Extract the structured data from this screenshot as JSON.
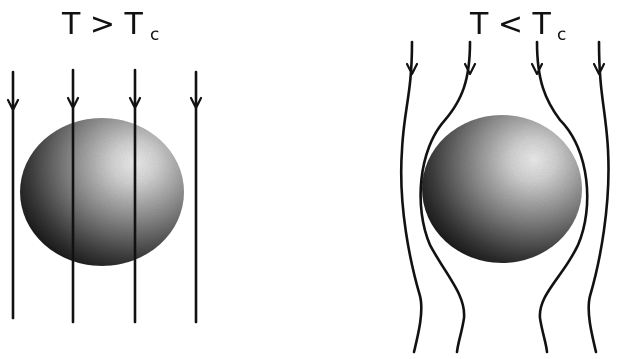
{
  "panels": [
    {
      "id": "normal",
      "label_main": "T > T",
      "label_sub": "c"
    },
    {
      "id": "superconducting",
      "label_main": "T < T",
      "label_sub": "c"
    }
  ],
  "colors": {
    "line": "#111111",
    "sphere_highlight": "#f4f4f4",
    "sphere_mid": "#8a8a8a",
    "sphere_shadow": "#1a1a1a",
    "background": "#ffffff"
  }
}
